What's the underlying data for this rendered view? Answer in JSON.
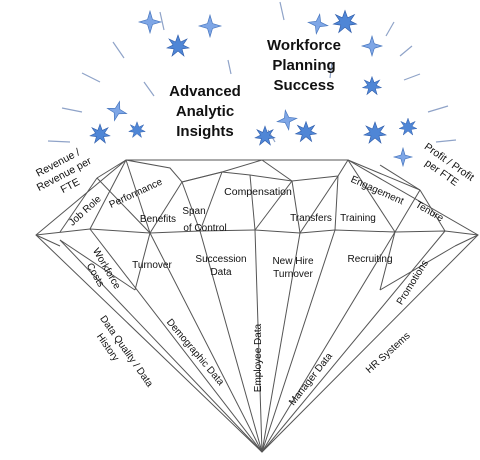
{
  "headline_left": {
    "line1": "Advanced",
    "line2": "Analytic",
    "line3": "Insights"
  },
  "headline_right": {
    "line1": "Workforce",
    "line2": "Planning",
    "line3": "Success"
  },
  "outer_labels": {
    "revenue": {
      "line1": "Revenue /",
      "line2": "Revenue per",
      "line3": "FTE"
    },
    "profit": {
      "line1": "Profit / Profit",
      "line2": "per FTE"
    }
  },
  "crown_labels": {
    "job_role": "Job Role",
    "performance": "Performance",
    "benefits": "Benefits",
    "span_of_control": {
      "line1": "Span",
      "line2": "of Control"
    },
    "compensation": "Compensation",
    "transfers": "Transfers",
    "training": "Training",
    "engagement": "Engagement",
    "tenure": "Tenure"
  },
  "pavilion_labels": {
    "workforce_costs": {
      "line1": "Workforce",
      "line2": "Costs"
    },
    "turnover": "Turnover",
    "succession_data": {
      "line1": "Succession",
      "line2": "Data"
    },
    "new_hire_turnover": {
      "line1": "New Hire",
      "line2": "Turnover"
    },
    "recruiting": "Recruiting",
    "promotions": "Promotions",
    "data_quality_history": {
      "line1": "Data Quality / Data",
      "line2": "History"
    },
    "demographic_data": "Demographic Data",
    "employee_data": "Employee Data",
    "manager_data": "Manager Data",
    "hr_systems": "HR Systems"
  },
  "colors": {
    "star_dark": "#4f86d6",
    "star_light": "#7ea6e6",
    "ray": "#8fa3c8",
    "line": "#555555"
  },
  "icons": [
    "sparkle-star-icon",
    "four-point-star-icon"
  ]
}
